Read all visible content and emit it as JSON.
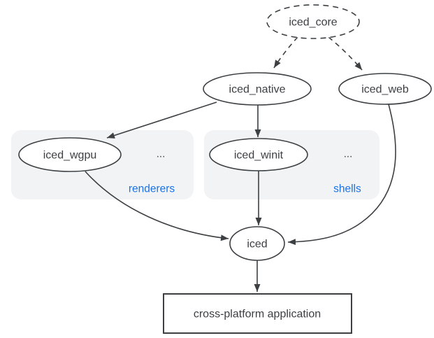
{
  "diagram": {
    "type": "dependency-graph",
    "nodes": {
      "iced_core": "iced_core",
      "iced_native": "iced_native",
      "iced_web": "iced_web",
      "iced_wgpu": "iced_wgpu",
      "iced_winit": "iced_winit",
      "iced": "iced",
      "application": "cross-platform application"
    },
    "groups": {
      "renderers": {
        "label": "renderers",
        "ellipsis": "..."
      },
      "shells": {
        "label": "shells",
        "ellipsis": "..."
      }
    },
    "edges": [
      {
        "from": "iced_core",
        "to": "iced_native",
        "style": "dashed"
      },
      {
        "from": "iced_core",
        "to": "iced_web",
        "style": "dashed"
      },
      {
        "from": "iced_native",
        "to": "iced_wgpu",
        "style": "solid"
      },
      {
        "from": "iced_native",
        "to": "iced_winit",
        "style": "solid"
      },
      {
        "from": "iced_wgpu",
        "to": "iced",
        "style": "solid"
      },
      {
        "from": "iced_winit",
        "to": "iced",
        "style": "solid"
      },
      {
        "from": "iced_web",
        "to": "iced",
        "style": "solid"
      },
      {
        "from": "iced",
        "to": "application",
        "style": "solid"
      }
    ],
    "colors": {
      "stroke": "#3c4043",
      "text": "#3c4043",
      "group_label": "#1a73e8",
      "group_fill": "#f1f3f4",
      "node_fill": "#ffffff",
      "background": "#ffffff"
    }
  }
}
